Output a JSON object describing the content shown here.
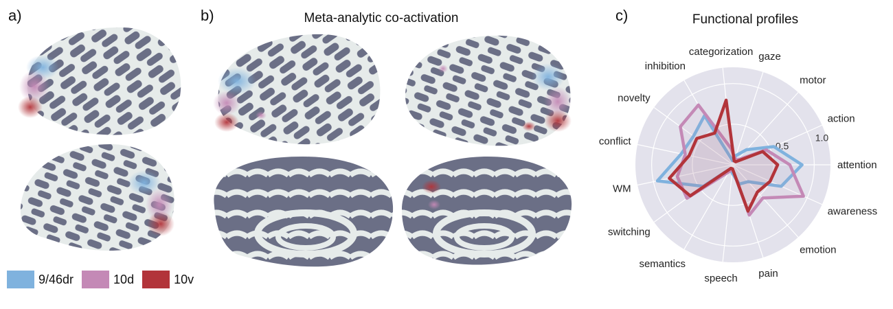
{
  "panels": {
    "a": {
      "label": "a)"
    },
    "b": {
      "label": "b)",
      "title": "Meta-analytic co-activation"
    },
    "c": {
      "label": "c)",
      "title": "Functional profiles"
    }
  },
  "legend": [
    {
      "label": "9/46dr",
      "color": "#7fb2de"
    },
    {
      "label": "10d",
      "color": "#c489b6"
    },
    {
      "label": "10v",
      "color": "#b2343a"
    }
  ],
  "colors": {
    "gyrus": "#6b6f86",
    "sulcus": "#e6ebea",
    "polar_bg": "#e3e2ec"
  },
  "chart_data": {
    "type": "radar",
    "title": "Functional profiles",
    "categories": [
      "attention",
      "action",
      "motor",
      "gaze",
      "categorization",
      "inhibition",
      "novelty",
      "conflict",
      "WM",
      "switching",
      "semantics",
      "speech",
      "pain",
      "emotion",
      "awareness"
    ],
    "radial_ticks": [
      0.5,
      1.0
    ],
    "rlim": [
      0,
      1.2
    ],
    "series": [
      {
        "name": "9/46dr",
        "color": "#7fb2de",
        "values": [
          0.85,
          0.55,
          0.25,
          0.12,
          0.05,
          0.7,
          0.6,
          0.65,
          0.95,
          0.45,
          0.05,
          0.1,
          0.25,
          0.28,
          0.65
        ]
      },
      {
        "name": "10d",
        "color": "#c489b6",
        "values": [
          0.7,
          0.45,
          0.08,
          0.08,
          0.2,
          0.85,
          0.8,
          0.6,
          0.7,
          0.7,
          0.1,
          0.05,
          0.65,
          0.55,
          0.95
        ]
      },
      {
        "name": "10v",
        "color": "#b2343a",
        "values": [
          0.55,
          0.4,
          0.05,
          0.05,
          0.8,
          0.45,
          0.55,
          0.55,
          0.8,
          0.65,
          0.05,
          0.05,
          0.6,
          0.45,
          0.5
        ]
      }
    ]
  }
}
